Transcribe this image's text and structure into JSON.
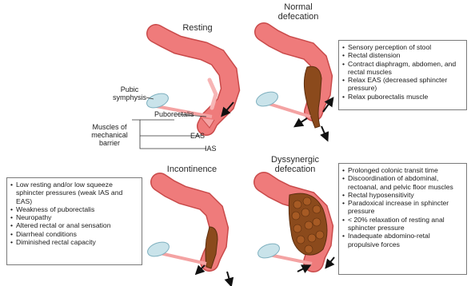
{
  "panels": {
    "resting": {
      "title": "Resting"
    },
    "normal": {
      "title_line1": "Normal",
      "title_line2": "defecation"
    },
    "incontinence": {
      "title": "Incontinence"
    },
    "dyssynergic": {
      "title_line1": "Dyssynergic",
      "title_line2": "defecation"
    }
  },
  "labels": {
    "pubic_line1": "Pubic",
    "pubic_line2": "symphysis",
    "puborectalis": "Puborectalis",
    "muscles_line1": "Muscles of",
    "muscles_line2": "mechanical",
    "muscles_line3": "barrier",
    "eas": "EAS",
    "ias": "IAS"
  },
  "boxes": {
    "normal": [
      "Sensory perception of stool",
      "Rectal distension",
      "Contract diaphragm, abdomen, and rectal muscles",
      "Relax EAS (decreased sphincter pressure)",
      "Relax puborectalis muscle"
    ],
    "incontinence": [
      "Low resting and/or low squeeze sphincter pressures (weak IAS and EAS)",
      "Weakness of puborectalis",
      "Neuropathy",
      "Altered rectal or anal sensation",
      "Diarrheal conditions",
      "Diminished rectal capacity"
    ],
    "dyssynergic": [
      "Prolonged colonic transit time",
      "Discoordination of abdominal, rectoanal, and pelvic floor muscles",
      "Rectal hyposensitivity",
      "Paradoxical increase in sphincter pressure",
      "< 20% relaxation of resting anal sphincter pressure",
      "Inadequate abdomino-retal propulsive forces"
    ]
  },
  "colors": {
    "colon": "#ef7b7b",
    "colon_edge": "#c94a4a",
    "stool": "#8b4a1c",
    "stool_edge": "#5c2e0e",
    "bone": "#c9e3ea",
    "bone_edge": "#7fb0bf",
    "muscle": "#f4a3a3"
  },
  "icons": [
    "arrow-icon"
  ]
}
